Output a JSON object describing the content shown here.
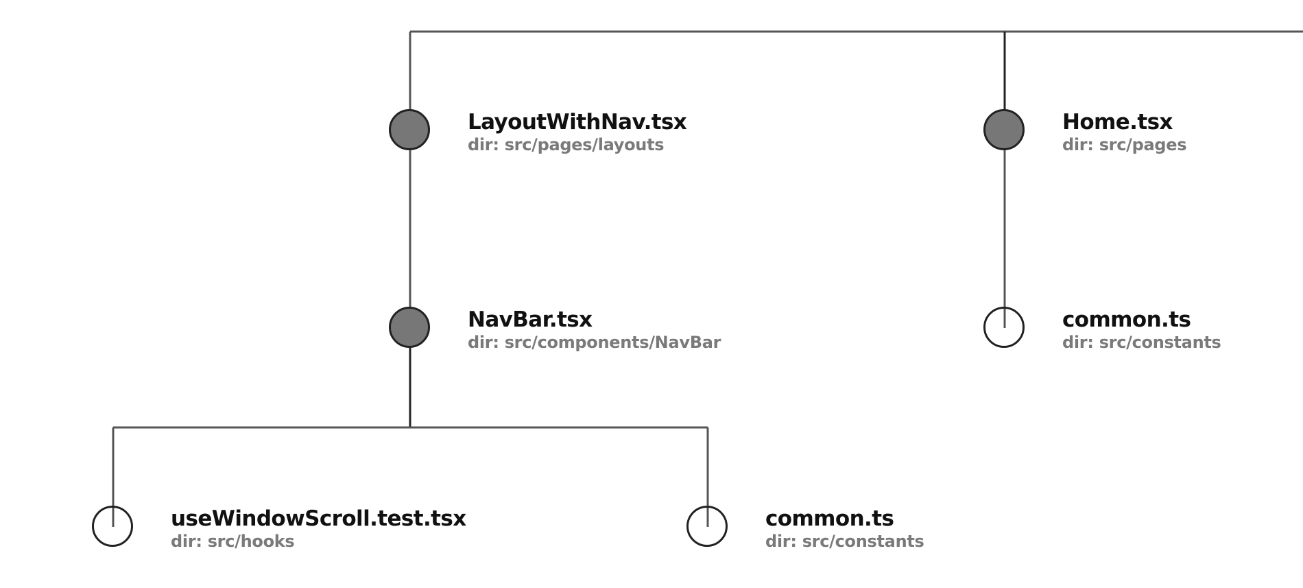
{
  "colors": {
    "line": "#555555",
    "node_fill_expanded": "#777777",
    "node_border": "#222222",
    "name_text": "#111111",
    "dir_text": "#7a7a7a"
  },
  "nodes": [
    {
      "name": "LayoutWithNav.tsx",
      "dir": "dir: src/pages/layouts",
      "state": "expanded"
    },
    {
      "name": "Home.tsx",
      "dir": "dir: src/pages",
      "state": "expanded"
    },
    {
      "name": "NavBar.tsx",
      "dir": "dir: src/components/NavBar",
      "state": "expanded"
    },
    {
      "name": "common.ts",
      "dir": "dir: src/constants",
      "state": "leaf"
    },
    {
      "name": "useWindowScroll.test.tsx",
      "dir": "dir: src/hooks",
      "state": "leaf"
    },
    {
      "name": "common.ts",
      "dir": "dir: src/constants",
      "state": "leaf"
    }
  ]
}
